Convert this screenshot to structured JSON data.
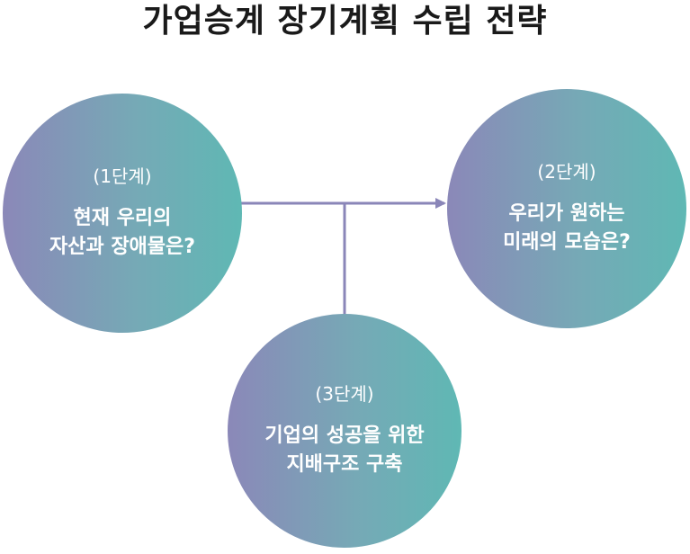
{
  "title": "가업승계 장기계획 수립 전략",
  "nodes": [
    {
      "step": "(1단계)",
      "label": "현재 우리의\n자산과 장애물은?"
    },
    {
      "step": "(2단계)",
      "label": "우리가 원하는\n미래의 모습은?"
    },
    {
      "step": "(3단계)",
      "label": "기업의 성공을 위한\n지배구조 구축"
    }
  ],
  "colors": {
    "circle_gradient_start": "#8b88b8",
    "circle_gradient_end": "#5fb8b4",
    "connector": "#8a86b8",
    "title": "#1a1a1a"
  }
}
